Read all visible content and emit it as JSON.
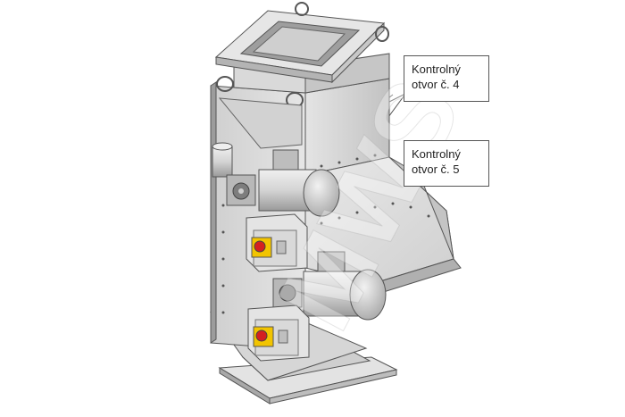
{
  "callouts": [
    {
      "line1": "Kontrolný",
      "line2": "otvor č. 4"
    },
    {
      "line1": "Kontrolný",
      "line2": "otvor č. 5"
    }
  ],
  "watermark": "MWS",
  "colors": {
    "steel_light": "#d8d8d8",
    "steel_mid": "#bdbdbd",
    "steel_dark": "#8e8e8e",
    "motor": "#c9c9c9",
    "switch_red": "#d42020",
    "switch_yellow": "#f2c400"
  }
}
